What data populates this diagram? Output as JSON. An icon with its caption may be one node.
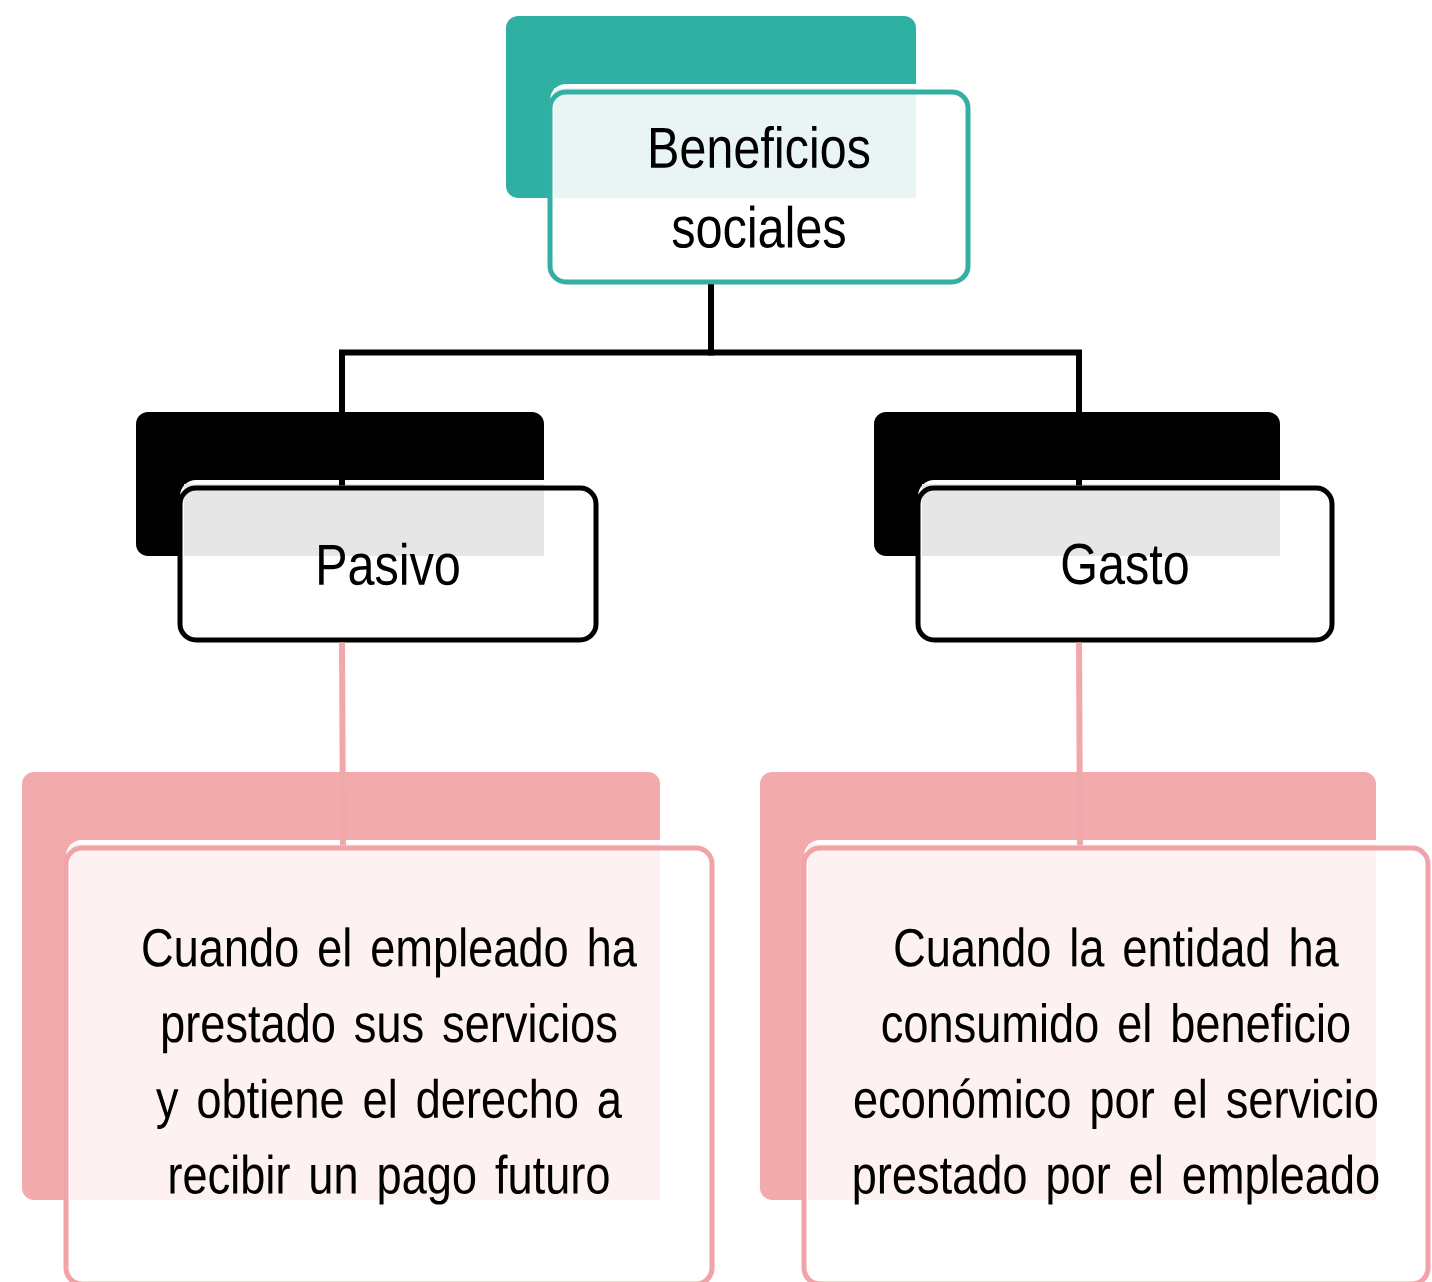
{
  "diagram": {
    "nodes": [
      {
        "text": [
          "Beneficios sociales"
        ]
      },
      {
        "text": [
          "Pasivo"
        ]
      },
      {
        "text": [
          "Gasto"
        ]
      },
      {
        "text": [
          "Cuando el empleado ha prestado sus servicios y obtiene el derecho a recibir un pago futuro"
        ]
      },
      {
        "text": [
          "Cuando la entidad ha consumido el beneficio económico por el servicio prestado por el empleado"
        ]
      }
    ],
    "edges": [
      {
        "from": 0,
        "to": 1,
        "arrow": "none",
        "color": "#000000"
      },
      {
        "from": 0,
        "to": 2,
        "arrow": "none",
        "color": "#000000"
      },
      {
        "from": 1,
        "to": 3,
        "arrow": "none",
        "color": "#f2a7ab"
      },
      {
        "from": 2,
        "to": 4,
        "arrow": "none",
        "color": "#f2a7ab"
      }
    ]
  }
}
